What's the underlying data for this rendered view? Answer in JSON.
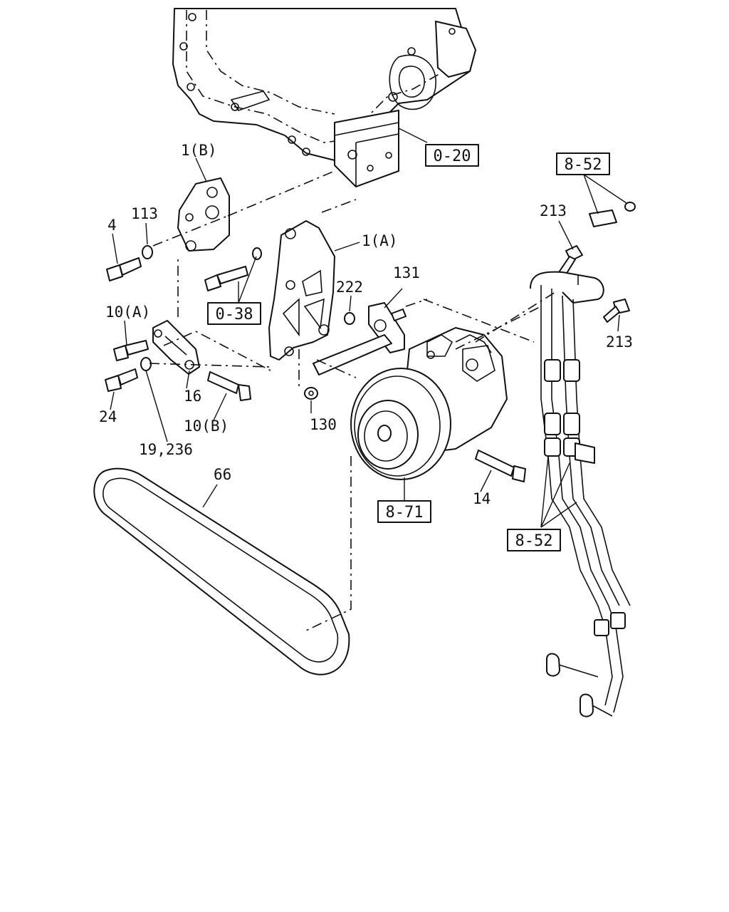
{
  "diagram": {
    "part_labels": [
      "1(B)",
      "113",
      "4",
      "1(A)",
      "131",
      "222",
      "10(A)",
      "16",
      "24",
      "10(B)",
      "130",
      "19,236",
      "66",
      "14",
      "213",
      "213"
    ],
    "reference_boxes": [
      "0-20",
      "8-52",
      "0-38",
      "8-71",
      "8-52"
    ]
  }
}
